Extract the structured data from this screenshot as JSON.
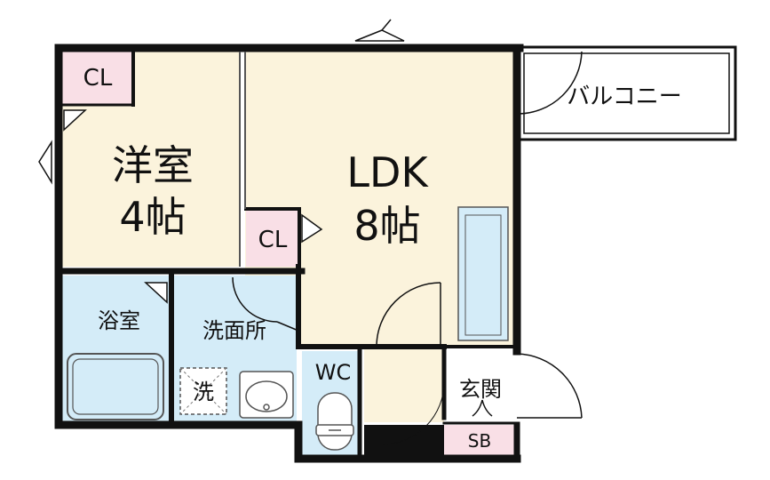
{
  "rooms": {
    "western_room": {
      "name": "洋室",
      "size": "4帖"
    },
    "ldk": {
      "name": "LDK",
      "size": "8帖"
    },
    "closet_top": "CL",
    "closet_mid": "CL",
    "bathroom": "浴室",
    "washroom": "洗面所",
    "washer": "洗",
    "toilet": "WC",
    "entrance": "玄関",
    "shoe_box": "SB",
    "balcony": "バルコニー"
  },
  "colors": {
    "western_room": "#fbf3dc",
    "ldk": "#fbf3dc",
    "closet": "#f9dfe6",
    "wet_area": "#d4ecf8",
    "wall": "#111111"
  }
}
